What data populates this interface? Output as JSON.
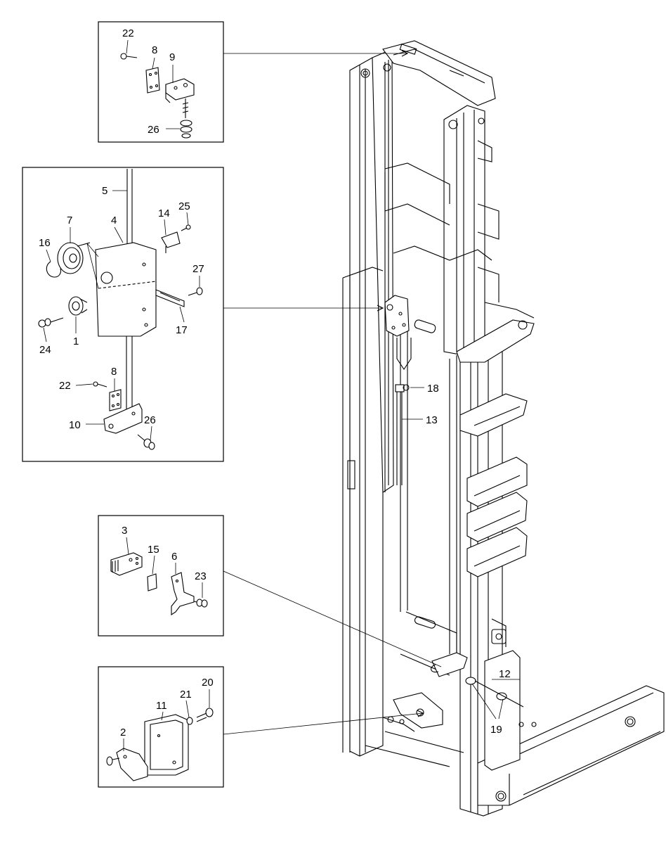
{
  "figure": {
    "type": "exploded parts diagram",
    "parts_shown": [
      "1",
      "2",
      "3",
      "4",
      "5",
      "6",
      "7",
      "8",
      "9",
      "10",
      "11",
      "12",
      "13",
      "14",
      "15",
      "16",
      "17",
      "18",
      "19",
      "20",
      "21",
      "22",
      "23",
      "24",
      "25",
      "26",
      "27"
    ]
  },
  "callouts": {
    "detail_top": {
      "p22": "22",
      "p8": "8",
      "p9": "9",
      "p26": "26"
    },
    "detail_pulley": {
      "p5": "5",
      "p7": "7",
      "p4": "4",
      "p16": "16",
      "p14": "14",
      "p25": "25",
      "p27": "27",
      "p1": "1",
      "p24": "24",
      "p17": "17",
      "p8": "8",
      "p22": "22",
      "p10": "10",
      "p26": "26"
    },
    "detail_sensor": {
      "p3": "3",
      "p15": "15",
      "p6": "6",
      "p23": "23"
    },
    "detail_bracket": {
      "p20": "20",
      "p21": "21",
      "p11": "11",
      "p2": "2"
    },
    "mast": {
      "p18": "18",
      "p13": "13",
      "p12": "12",
      "p19": "19"
    }
  }
}
